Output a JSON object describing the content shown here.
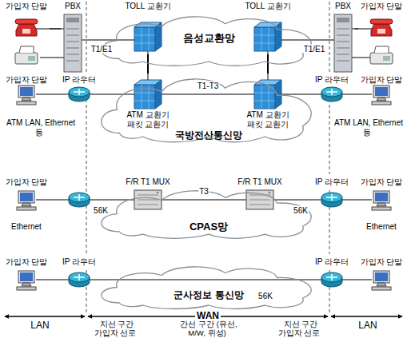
{
  "diagram": {
    "nodes": [
      {
        "text": [
          "가입자 단말"
        ]
      },
      {
        "text": [
          "PBX"
        ]
      },
      {
        "text": [
          "TOLL 교환기"
        ]
      },
      {
        "text": [
          "음성교환망"
        ]
      },
      {
        "text": [
          "TOLL 교환기"
        ]
      },
      {
        "text": [
          "PBX"
        ]
      },
      {
        "text": [
          "가입자 단말"
        ]
      },
      {
        "text": [
          "가입자 단말"
        ]
      },
      {
        "text": [
          "IP 라우터"
        ]
      },
      {
        "text": [
          "ATM 교환기 패킷 교환기"
        ]
      },
      {
        "text": [
          "국방전산통신망"
        ]
      },
      {
        "text": [
          "ATM 교환기 패킷 교환기"
        ]
      },
      {
        "text": [
          "IP 라우터"
        ]
      },
      {
        "text": [
          "가입자 단말"
        ]
      },
      {
        "text": [
          "가입자 단말"
        ]
      },
      {
        "text": [
          "F/R T1 MUX"
        ]
      },
      {
        "text": [
          "CPAS망"
        ]
      },
      {
        "text": [
          "F/R T1 MUX"
        ]
      },
      {
        "text": [
          "IP 라우터"
        ]
      },
      {
        "text": [
          "가입자 단말"
        ]
      },
      {
        "text": [
          "가입자 단말"
        ]
      },
      {
        "text": [
          "IP 라우터"
        ]
      },
      {
        "text": [
          "군사정보 통신망"
        ]
      },
      {
        "text": [
          "IP 라우터"
        ]
      },
      {
        "text": [
          "가입자 단말"
        ]
      }
    ],
    "edges": [
      {
        "from": 0,
        "to": 1,
        "arrow": "none"
      },
      {
        "from": 1,
        "to": 2,
        "label": "T1/E1",
        "arrow": "none"
      },
      {
        "from": 4,
        "to": 5,
        "label": "T1/E1",
        "arrow": "none"
      },
      {
        "from": 5,
        "to": 6,
        "arrow": "none"
      },
      {
        "from": 2,
        "to": 9,
        "arrow": "none"
      },
      {
        "from": 4,
        "to": 11,
        "arrow": "none"
      },
      {
        "from": 7,
        "to": 8,
        "arrow": "none"
      },
      {
        "from": 8,
        "to": 9,
        "arrow": "none"
      },
      {
        "from": 9,
        "to": 11,
        "label": "T1-T3",
        "arrow": "none"
      },
      {
        "from": 11,
        "to": 12,
        "arrow": "none"
      },
      {
        "from": 12,
        "to": 13,
        "arrow": "none"
      },
      {
        "from": 14,
        "to": 15,
        "label": "56K",
        "arrow": "none"
      },
      {
        "from": 15,
        "to": 17,
        "label": "T3",
        "arrow": "none"
      },
      {
        "from": 17,
        "to": 18,
        "label": "56K",
        "arrow": "none"
      },
      {
        "from": 18,
        "to": 19,
        "arrow": "none"
      },
      {
        "from": 20,
        "to": 21,
        "arrow": "none"
      },
      {
        "from": 21,
        "to": 23,
        "label": "56K",
        "arrow": "none"
      },
      {
        "from": 23,
        "to": 24,
        "arrow": "none"
      }
    ],
    "labels": [
      "ATM LAN, Ethernet 등",
      "ATM LAN, Ethernet 등",
      "Ethernet",
      "Ethernet",
      "LAN",
      "WAN",
      "지선 구간 가입자 선로",
      "간선 구간 (유선, M/W, 위성)",
      "지선 구간 가입자 선로",
      "LAN"
    ]
  }
}
